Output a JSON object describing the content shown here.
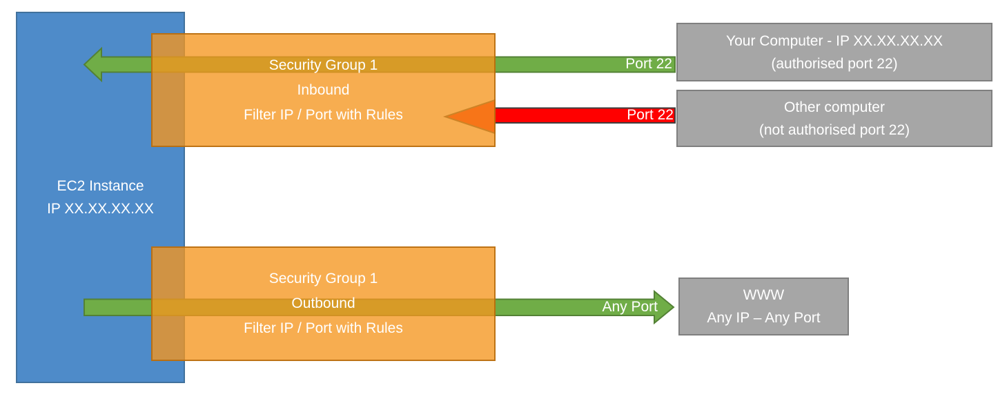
{
  "boxes": {
    "ec2": {
      "line1": "EC2 Instance",
      "line2": "IP XX.XX.XX.XX"
    },
    "sg_inbound": {
      "line1": "Security Group 1",
      "line2": "Inbound",
      "line3": "Filter IP / Port with Rules"
    },
    "sg_outbound": {
      "line1": "Security Group 1",
      "line2": "Outbound",
      "line3": "Filter IP / Port with Rules"
    },
    "your_computer": {
      "line1": "Your Computer - IP XX.XX.XX.XX",
      "line2": "(authorised port 22)"
    },
    "other_computer": {
      "line1": "Other computer",
      "line2": "(not authorised port 22)"
    },
    "www": {
      "line1": "WWW",
      "line2": "Any IP – Any Port"
    }
  },
  "flow_labels": {
    "inbound_allowed": "Port 22",
    "inbound_blocked": "Port 22",
    "outbound": "Any Port"
  },
  "colors": {
    "ec2_fill": "#4E8BC9",
    "ec2_border": "#41719C",
    "security_group_fill": "#F59E1F",
    "security_group_border": "#B4690A",
    "endpoint_fill": "#A6A6A6",
    "endpoint_border": "#7F7F7F",
    "allowed_arrow_fill": "#70AD47",
    "allowed_arrow_border": "#538135",
    "blocked_arrow_fill": "#FF0000",
    "blocked_arrow_border": "#3F3F3F",
    "text": "#FFFFFF"
  }
}
